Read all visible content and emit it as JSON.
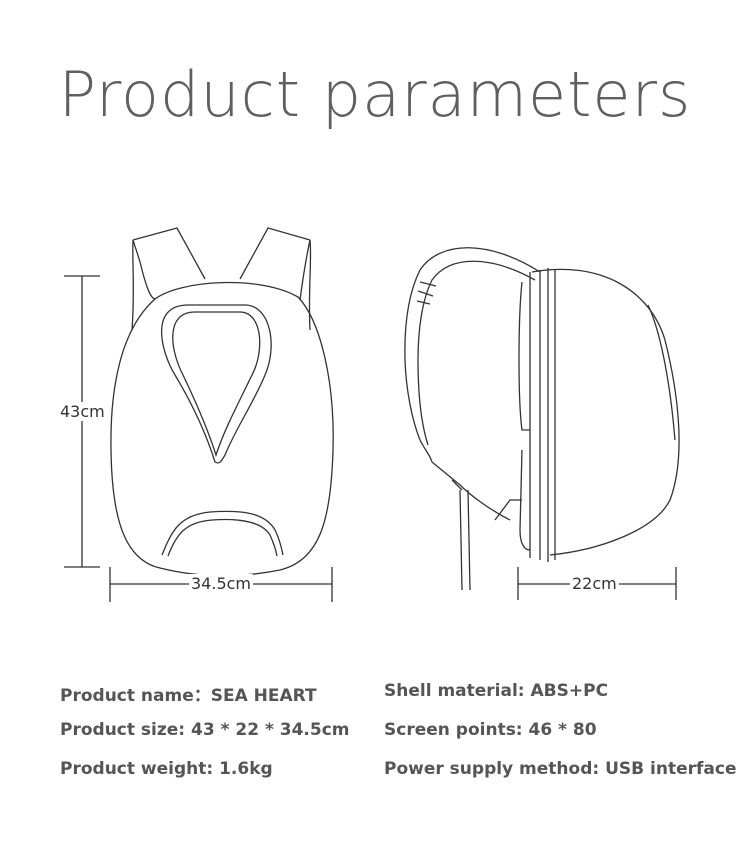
{
  "title": "Product parameters",
  "dimensions": {
    "height": "43cm",
    "width_front": "34.5cm",
    "depth_side": "22cm"
  },
  "specs": {
    "name": "Product name：SEA HEART",
    "size": "Product size: 43 * 22 * 34.5cm",
    "weight": "Product weight: 1.6kg",
    "shell": "Shell material: ABS+PC",
    "screen": "Screen points: 46 * 80",
    "power": "Power supply method: USB interface"
  },
  "colors": {
    "title": "#5f5f5f",
    "spec_text": "#555555",
    "line": "#333333"
  }
}
